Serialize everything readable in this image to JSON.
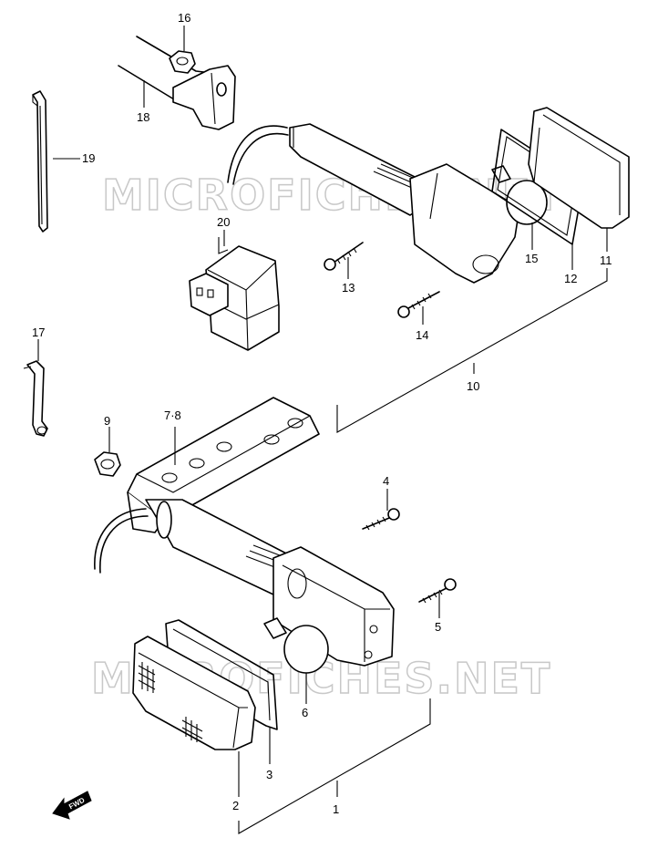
{
  "watermark": "MICROFICHES.NET",
  "fwd_label": "FWD",
  "callouts": {
    "c1": "1",
    "c2": "2",
    "c3": "3",
    "c4": "4",
    "c5": "5",
    "c6": "6",
    "c78": "7·8",
    "c9": "9",
    "c10": "10",
    "c11": "11",
    "c12": "12",
    "c13": "13",
    "c14": "14",
    "c15": "15",
    "c16": "16",
    "c17": "17",
    "c18": "18",
    "c19": "19",
    "c20": "20"
  }
}
